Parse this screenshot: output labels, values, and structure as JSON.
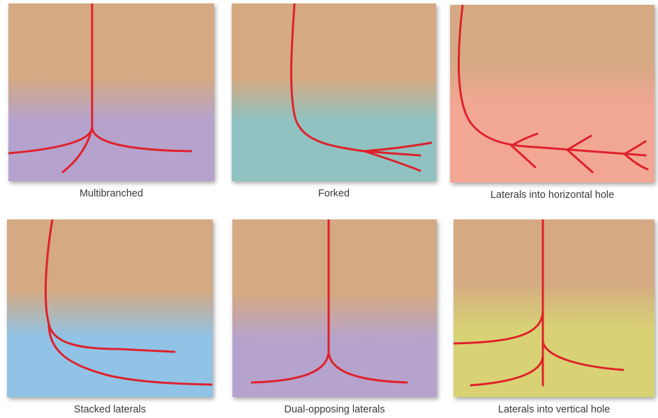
{
  "colors": {
    "well": "#e0202a",
    "rock_upper": "#d4a983",
    "lavender": "#b5a3cd",
    "teal": "#8fc2c0",
    "salmon": "#f1a793",
    "sky_blue": "#90c3e6",
    "olive_yellow": "#d8d275"
  },
  "panels": [
    {
      "label": "Multibranched"
    },
    {
      "label": "Forked"
    },
    {
      "label": "Laterals into horizontal hole"
    },
    {
      "label": "Stacked laterals"
    },
    {
      "label": "Dual-opposing laterals"
    },
    {
      "label": "Laterals into vertical hole"
    }
  ]
}
